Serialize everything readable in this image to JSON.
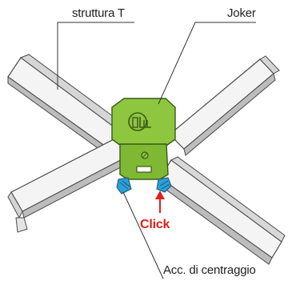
{
  "labels": {
    "struttura": "struttura T",
    "joker": "Joker",
    "accessorio": "Acc. di centraggio",
    "click": "Click"
  },
  "colors": {
    "joker_green": "#8ec63f",
    "joker_outline": "#3a5a1a",
    "clip_blue": "#2aa0d8",
    "click_red": "#e0201a",
    "rail_fill": "#f2f2f2",
    "rail_shadow": "#bdbdbd",
    "rail_outline": "#4a4a4a"
  },
  "icons": {
    "logo": "joker-logo-icon",
    "arrow": "arrow-up-icon"
  }
}
